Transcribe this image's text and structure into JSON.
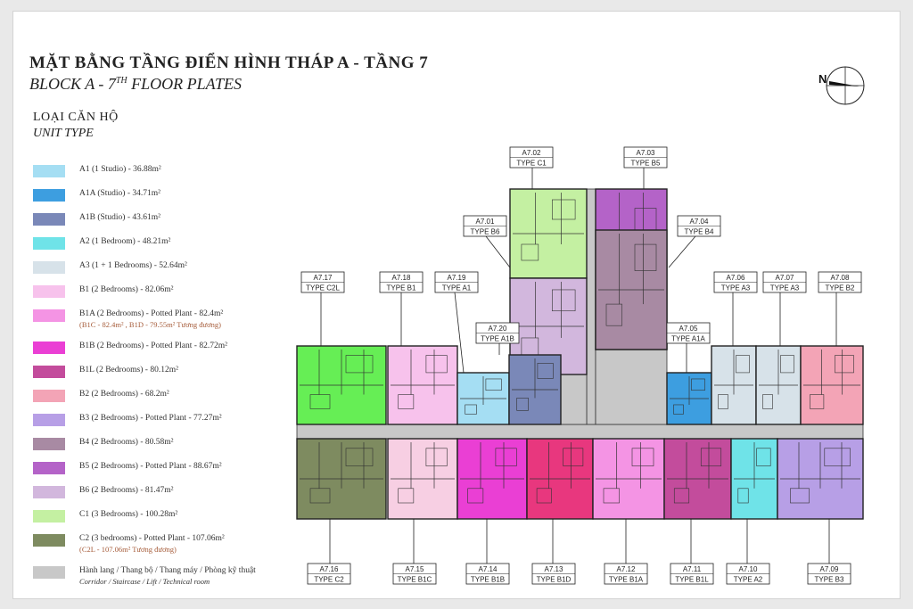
{
  "title": "MẶT BẰNG TẦNG ĐIỂN HÌNH THÁP A - TẦNG 7",
  "subtitle_main": "BLOCK A - 7",
  "subtitle_sup": "TH",
  "subtitle_tail": " FLOOR PLATES",
  "unit_type_title": "LOẠI CĂN HỘ",
  "unit_type_subtitle": "UNIT TYPE",
  "compass_label": "N",
  "legend": [
    {
      "color": "#a5def3",
      "label": "A1 (1 Studio) - 36.88m²"
    },
    {
      "color": "#3d9ee0",
      "label": "A1A (Studio) - 34.71m²"
    },
    {
      "color": "#7a88b8",
      "label": "A1B (Studio) - 43.61m²"
    },
    {
      "color": "#6fe3e8",
      "label": "A2 (1 Bedroom) - 48.21m²"
    },
    {
      "color": "#d7e2e9",
      "label": "A3 (1 + 1 Bedrooms) - 52.64m²"
    },
    {
      "color": "#f7c2ec",
      "label": "B1 (2 Bedrooms) - 82.06m²"
    },
    {
      "color": "#f494e4",
      "label": "B1A (2 Bedrooms) - Potted Plant - 82.4m²",
      "note": "(B1C - 82.4m² , B1D - 79.55m² Tương đương)"
    },
    {
      "color": "#ea3fd4",
      "label": "B1B (2 Bedrooms) - Potted Plant - 82.72m²"
    },
    {
      "color": "#c34c9c",
      "label": "B1L (2 Bedrooms) - 80.12m²"
    },
    {
      "color": "#f3a4b6",
      "label": "B2 (2 Bedrooms) - 68.2m²"
    },
    {
      "color": "#b79fe6",
      "label": "B3 (2 Bedrooms) - Potted Plant - 77.27m²"
    },
    {
      "color": "#a88aa3",
      "label": "B4 (2 Bedrooms) - 80.58m²"
    },
    {
      "color": "#b463c8",
      "label": "B5 (2 Bedrooms) - Potted Plant - 88.67m²"
    },
    {
      "color": "#d2b7dd",
      "label": "B6 (2 Bedrooms) - 81.47m²"
    },
    {
      "color": "#c4f0a2",
      "label": "C1 (3 Bedrooms) - 100.28m²"
    },
    {
      "color": "#7e8b60",
      "label": "C2 (3 bedrooms) - Potted Plant - 107.06m²",
      "note": "(C2L - 107.06m² Tương đương)"
    },
    {
      "color": "#c8c8c8",
      "label": "Hành lang / Thang bộ / Thang máy / Phòng kỹ thuật",
      "label2": "Corridor / Staircase / Lift / Technical room"
    }
  ],
  "units": [
    {
      "code": "A7.02",
      "type": "TYPE C1",
      "color": "#c4f0a2"
    },
    {
      "code": "A7.03",
      "type": "TYPE B5",
      "color": "#b463c8"
    },
    {
      "code": "A7.01",
      "type": "TYPE B6",
      "color": "#d2b7dd"
    },
    {
      "code": "A7.04",
      "type": "TYPE B4",
      "color": "#a88aa3"
    },
    {
      "code": "A7.17",
      "type": "TYPE C2L",
      "color": "#66ee55"
    },
    {
      "code": "A7.18",
      "type": "TYPE B1",
      "color": "#f7c2ec"
    },
    {
      "code": "A7.19",
      "type": "TYPE A1",
      "color": "#a5def3"
    },
    {
      "code": "A7.20",
      "type": "TYPE A1B",
      "color": "#7a88b8"
    },
    {
      "code": "A7.05",
      "type": "TYPE A1A",
      "color": "#3d9ee0"
    },
    {
      "code": "A7.06",
      "type": "TYPE A3",
      "color": "#d7e2e9"
    },
    {
      "code": "A7.07",
      "type": "TYPE A3",
      "color": "#d7e2e9"
    },
    {
      "code": "A7.08",
      "type": "TYPE B2",
      "color": "#f3a4b6"
    },
    {
      "code": "A7.16",
      "type": "TYPE C2",
      "color": "#7e8b60"
    },
    {
      "code": "A7.15",
      "type": "TYPE B1C",
      "color": "#f7cfe3"
    },
    {
      "code": "A7.14",
      "type": "TYPE B1B",
      "color": "#ea3fd4"
    },
    {
      "code": "A7.13",
      "type": "TYPE B1D",
      "color": "#e8377e"
    },
    {
      "code": "A7.12",
      "type": "TYPE B1A",
      "color": "#f494e4"
    },
    {
      "code": "A7.11",
      "type": "TYPE B1L",
      "color": "#c34c9c"
    },
    {
      "code": "A7.10",
      "type": "TYPE A2",
      "color": "#6fe3e8"
    },
    {
      "code": "A7.09",
      "type": "TYPE B3",
      "color": "#b79fe6"
    }
  ],
  "corridor_color": "#c8c8c8"
}
